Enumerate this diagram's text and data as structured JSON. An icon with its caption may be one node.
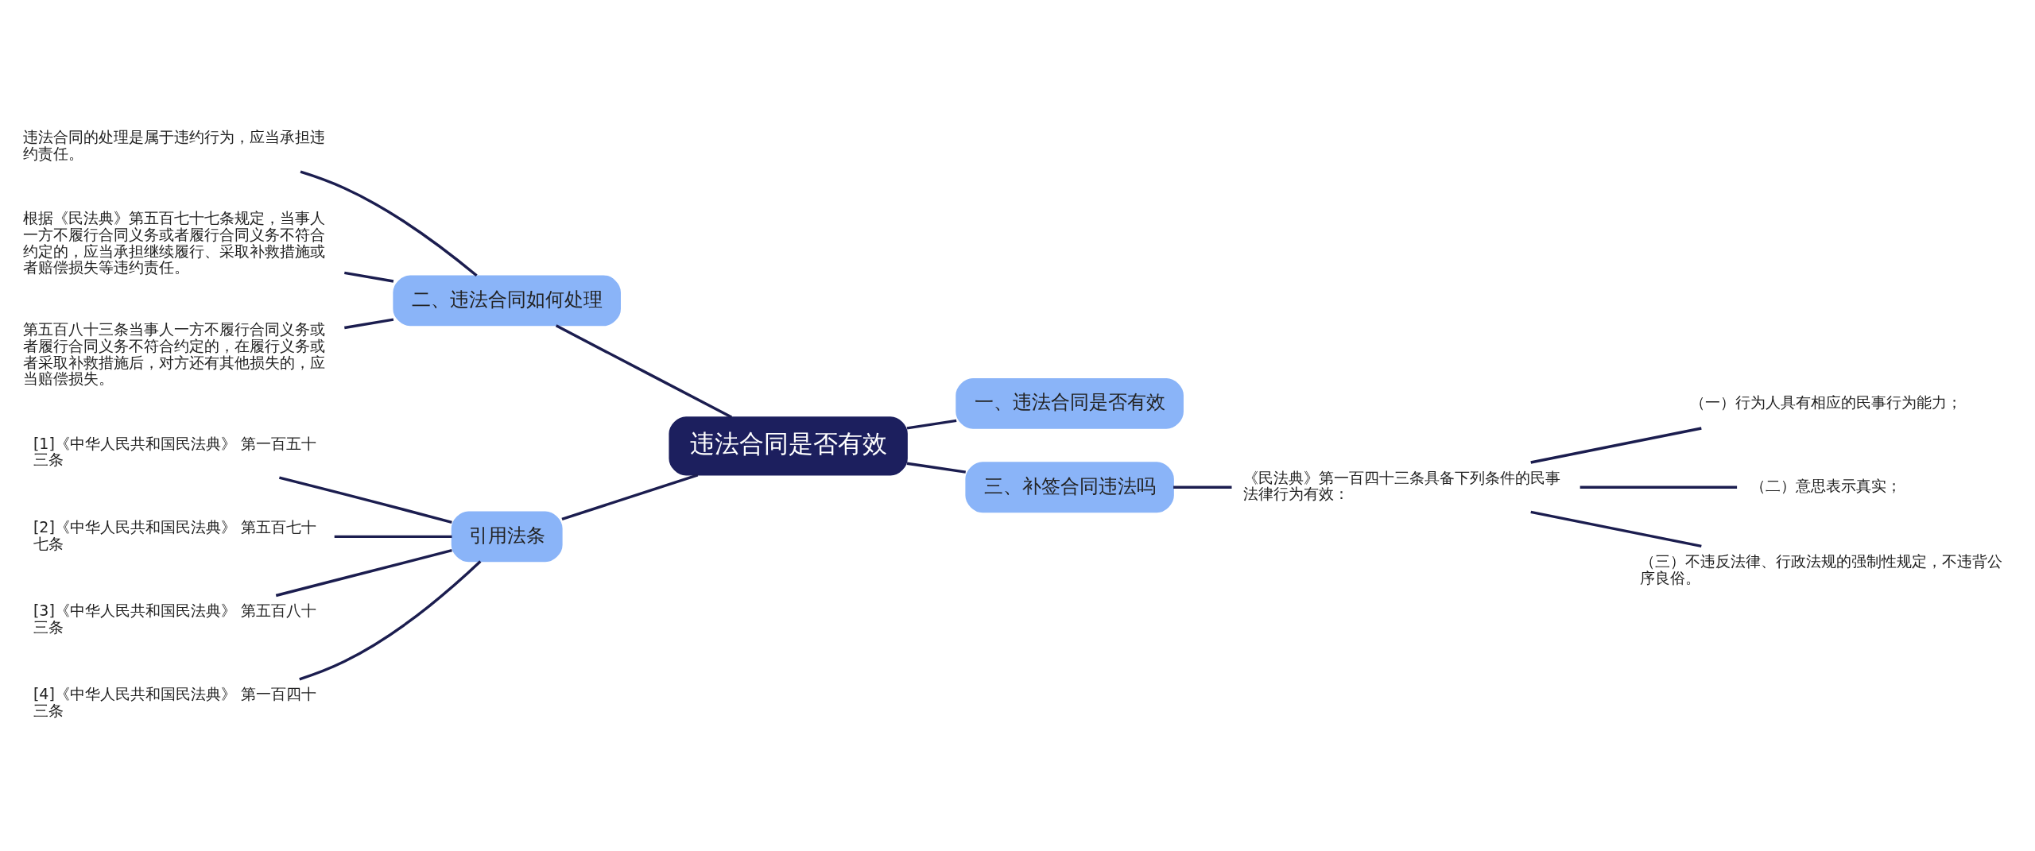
{
  "diagram": {
    "nodes": [
      {
        "text": [
          "违法合同是否有效"
        ]
      },
      {
        "text": [
          "二、违法合同如何处理"
        ]
      },
      {
        "text": [
          "违法合同的处理是属于违约行为，应当承担违约责任。"
        ]
      },
      {
        "text": [
          "根据《民法典》第五百七十七条规定，当事人一方不履行合同义务或者履行合同义务不符合约定的，应当承担继续履行、采取补救措施或者赔偿损失等违约责任。"
        ]
      },
      {
        "text": [
          "第五百八十三条当事人一方不履行合同义务或者履行合同义务不符合约定的，在履行义务或者采取补救措施后，对方还有其他损失的，应当赔偿损失。"
        ]
      },
      {
        "text": [
          "引用法条"
        ]
      },
      {
        "text": [
          "[1]《中华人民共和国民法典》 第一百五十三条"
        ]
      },
      {
        "text": [
          "[2]《中华人民共和国民法典》 第五百七十七条"
        ]
      },
      {
        "text": [
          "[3]《中华人民共和国民法典》 第五百八十三条"
        ]
      },
      {
        "text": [
          "[4]《中华人民共和国民法典》 第一百四十三条"
        ]
      },
      {
        "text": [
          "一、违法合同是否有效"
        ]
      },
      {
        "text": [
          "三、补签合同违法吗"
        ]
      },
      {
        "text": [
          "《民法典》第一百四十三条具备下列条件的民事法律行为有效："
        ]
      },
      {
        "text": [
          "（一）行为人具有相应的民事行为能力；"
        ]
      },
      {
        "text": [
          "（二）意思表示真实；"
        ]
      },
      {
        "text": [
          "（三）不违反法律、行政法规的强制性规定，不违背公序良俗。"
        ]
      }
    ],
    "edges": [
      {
        "from": 0,
        "to": 1,
        "arrow": "none"
      },
      {
        "from": 1,
        "to": 2,
        "arrow": "none"
      },
      {
        "from": 1,
        "to": 3,
        "arrow": "none"
      },
      {
        "from": 1,
        "to": 4,
        "arrow": "none"
      },
      {
        "from": 0,
        "to": 5,
        "arrow": "none"
      },
      {
        "from": 5,
        "to": 6,
        "arrow": "none"
      },
      {
        "from": 5,
        "to": 7,
        "arrow": "none"
      },
      {
        "from": 5,
        "to": 8,
        "arrow": "none"
      },
      {
        "from": 5,
        "to": 9,
        "arrow": "none"
      },
      {
        "from": 0,
        "to": 10,
        "arrow": "none"
      },
      {
        "from": 0,
        "to": 11,
        "arrow": "none"
      },
      {
        "from": 11,
        "to": 12,
        "arrow": "none"
      },
      {
        "from": 12,
        "to": 13,
        "arrow": "none"
      },
      {
        "from": 12,
        "to": 14,
        "arrow": "none"
      },
      {
        "from": 12,
        "to": 15,
        "arrow": "none"
      }
    ]
  }
}
